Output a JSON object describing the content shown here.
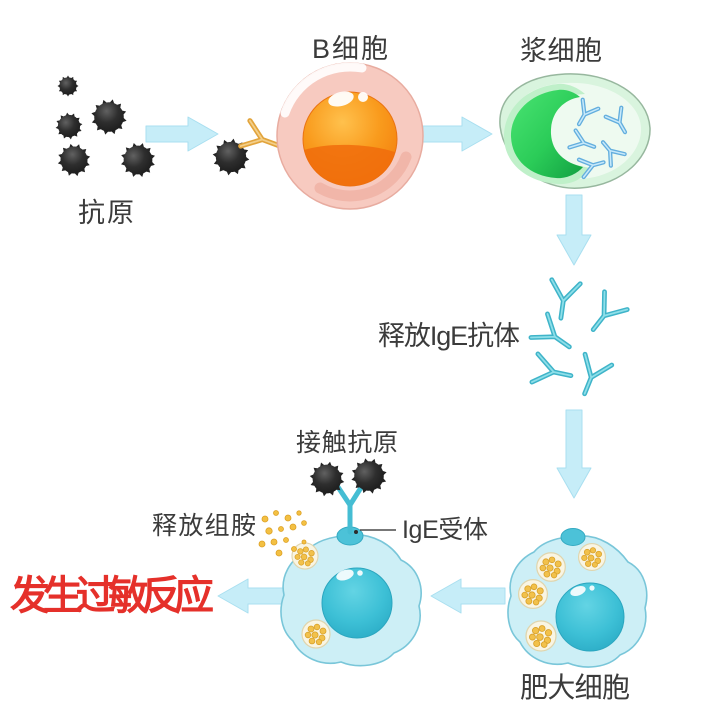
{
  "labels": {
    "antigen": "抗原",
    "b_cell": "B细胞",
    "plasma_cell": "浆细胞",
    "release_ige_antibody": "释放IgE抗体",
    "contact_antigen": "接触抗原",
    "ige_receptor": "IgE受体",
    "release_histamine": "释放组胺",
    "allergic_reaction": "发生过敏反应",
    "mast_cell": "肥大细胞"
  },
  "colors": {
    "background": "#ffffff",
    "arrow_fill": "#c6edf8",
    "antigen_black": "#262626",
    "b_cell_pink": "#f7cac0",
    "b_cell_nucleus_orange": "#f78c1e",
    "plasma_cell_green": "#d9f4de",
    "plasma_nucleus_green": "#2bcc58",
    "ige_antibody_teal": "#3fb4c9",
    "receptor_orange": "#e2a43c",
    "mast_cell_blue": "#cdeff6",
    "mast_nucleus_teal": "#3dc0d6",
    "granule_yellow": "#f2c14b",
    "histamine_yellow": "#f3c043",
    "alert_red": "#e5302a",
    "label_dark": "#3b3b3b"
  },
  "counts": {
    "free_antigen_particles": 5,
    "free_ige_antibodies": 5,
    "mast_cell_granules": 4,
    "contact_antigen_particles": 2
  },
  "flow_edges": [
    {
      "from": "antigen",
      "to": "b_cell"
    },
    {
      "from": "b_cell",
      "to": "plasma_cell"
    },
    {
      "from": "plasma_cell",
      "to": "release_ige_antibody"
    },
    {
      "from": "release_ige_antibody",
      "to": "mast_cell"
    },
    {
      "from": "mast_cell",
      "to": "contact_antigen_mast_cell"
    },
    {
      "from": "contact_antigen_mast_cell",
      "to": "allergic_reaction"
    }
  ]
}
